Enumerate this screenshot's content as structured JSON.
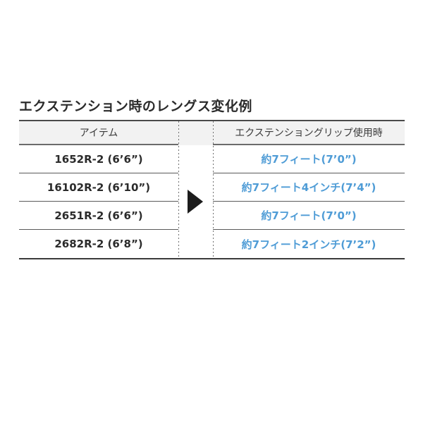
{
  "title": "エクステンション時のレングス変化例",
  "table": {
    "columns": {
      "item": "アイテム",
      "extended": "エクステンショングリップ使用時"
    },
    "rows": [
      {
        "item": "1652R-2 (6’6”)",
        "extended": "約7フィート(7’0”)"
      },
      {
        "item": "16102R-2 (6’10”)",
        "extended": "約7フィート4インチ(7’4”)"
      },
      {
        "item": "2651R-2 (6’6”)",
        "extended": "約7フィート(7’0”)"
      },
      {
        "item": "2682R-2 (6’8”)",
        "extended": "約7フィート2インチ(7’2”)"
      }
    ]
  },
  "icons": {
    "arrow": "right-filled-triangle"
  },
  "colors": {
    "accent_blue": "#4f9cd6",
    "header_bg": "#f2f2f2",
    "text_dark": "#2b2b2b",
    "border_dark": "#3a3a3a"
  }
}
